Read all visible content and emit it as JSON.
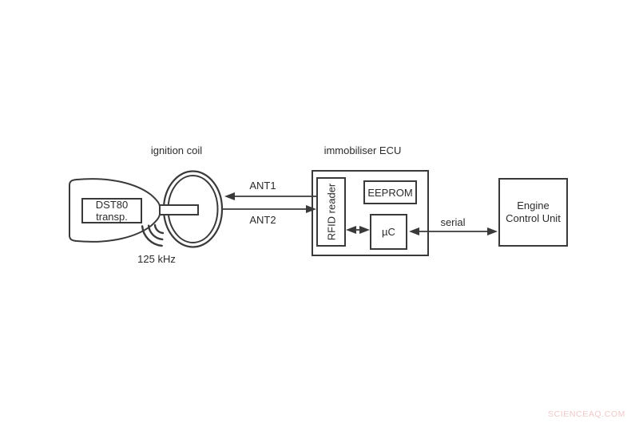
{
  "diagram": {
    "ignition_coil_label": "ignition coil",
    "immobiliser_ecu_label": "immobiliser ECU",
    "ant1_label": "ANT1",
    "ant2_label": "ANT2",
    "freq_label": "125 kHz",
    "serial_label": "serial",
    "key": {
      "transponder_line1": "DST80",
      "transponder_line2": "transp."
    },
    "immobiliser_ecu": {
      "rfid_reader_label": "RFID reader",
      "eeprom_label": "EEPROM",
      "microcontroller_label": "µC"
    },
    "engine_ecu": {
      "line1": "Engine",
      "line2": "Control Unit"
    }
  },
  "watermark": "SCIENCEAQ.COM",
  "colors": {
    "background": "#ffffff",
    "line": "#3a3a3a",
    "text": "#2b2b2b",
    "watermark": "#f0c9c7"
  }
}
